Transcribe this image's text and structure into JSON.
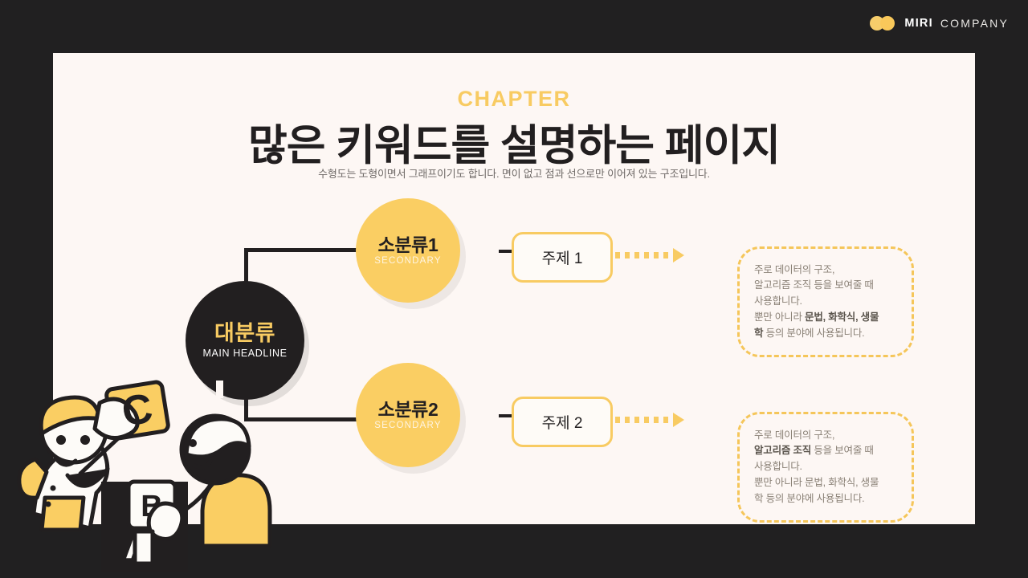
{
  "brand": {
    "mark_icon": "two-circles-logo-icon",
    "name": "MIRI",
    "suffix": "COMPANY"
  },
  "slide": {
    "chapter_label": "CHAPTER",
    "title": "많은 키워드를 설명하는 페이지",
    "subtitle": "수형도는 도형이면서 그래프이기도 합니다. 면이 없고 점과 선으로만 이어져 있는 구조입니다."
  },
  "diagram": {
    "root": {
      "label_kr": "대분류",
      "label_en": "MAIN HEADLINE"
    },
    "branches": [
      {
        "node_kr": "소분류1",
        "node_en": "SECONDARY",
        "topic": "주제 1",
        "description_html": "주로 데이터의 구조,<br>알고리즘 조직 등을 보여줄 때<br>사용합니다.<br>뿐만 아니라 <b>문법, 화학식, 생물<br>학</b> 등의 분야에 사용됩니다."
      },
      {
        "node_kr": "소분류2",
        "node_en": "SECONDARY",
        "topic": "주제 2",
        "description_html": "주로 데이터의 구조,<br><b>알고리즘 조직</b> 등을 보여줄 때<br>사용합니다.<br>뿐만 아니라 문법, 화학식, 생물<br>학 등의 분야에 사용됩니다."
      }
    ],
    "exclamation_icon": "exclamation-mark-icon",
    "arrow_icon": "dotted-right-arrow-icon"
  },
  "illustration": {
    "name": "two-people-with-letter-blocks",
    "blocks": [
      "C",
      "B",
      "A"
    ]
  },
  "colors": {
    "background": "#212021",
    "card": "#FDF7F4",
    "accent_yellow": "#FACE63",
    "accent_light": "#F8CB62",
    "ink": "#221F20",
    "body_text": "#8A8176"
  }
}
